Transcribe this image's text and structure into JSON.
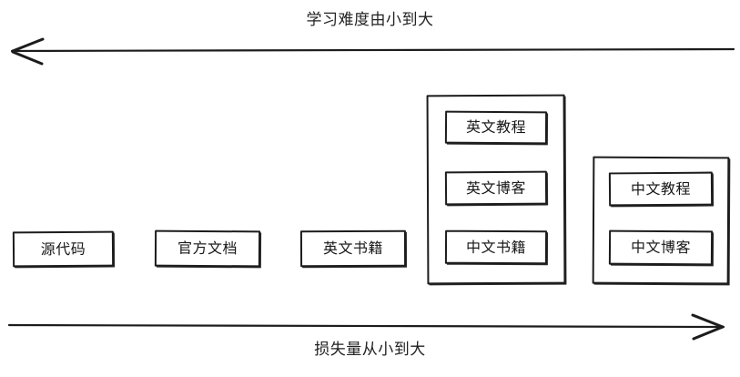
{
  "diagram": {
    "top_axis": {
      "label": "学习难度由小到大",
      "arrow_direction": "left",
      "icon": "arrow-left-icon"
    },
    "bottom_axis": {
      "label": "损失量从小到大",
      "arrow_direction": "right",
      "icon": "arrow-right-icon"
    },
    "colors": {
      "stroke": "#1c1c1c",
      "background": "#ffffff",
      "text": "#181818"
    },
    "columns": [
      {
        "id": "column-1",
        "type": "single",
        "items": [
          {
            "label": "源代码"
          }
        ]
      },
      {
        "id": "column-2",
        "type": "single",
        "items": [
          {
            "label": "官方文档"
          }
        ]
      },
      {
        "id": "column-3",
        "type": "single",
        "items": [
          {
            "label": "英文书籍"
          }
        ]
      },
      {
        "id": "column-4",
        "type": "group",
        "items": [
          {
            "label": "英文教程"
          },
          {
            "label": "英文博客"
          },
          {
            "label": "中文书籍"
          }
        ]
      },
      {
        "id": "column-5",
        "type": "group",
        "items": [
          {
            "label": "中文教程"
          },
          {
            "label": "中文博客"
          }
        ]
      }
    ]
  }
}
